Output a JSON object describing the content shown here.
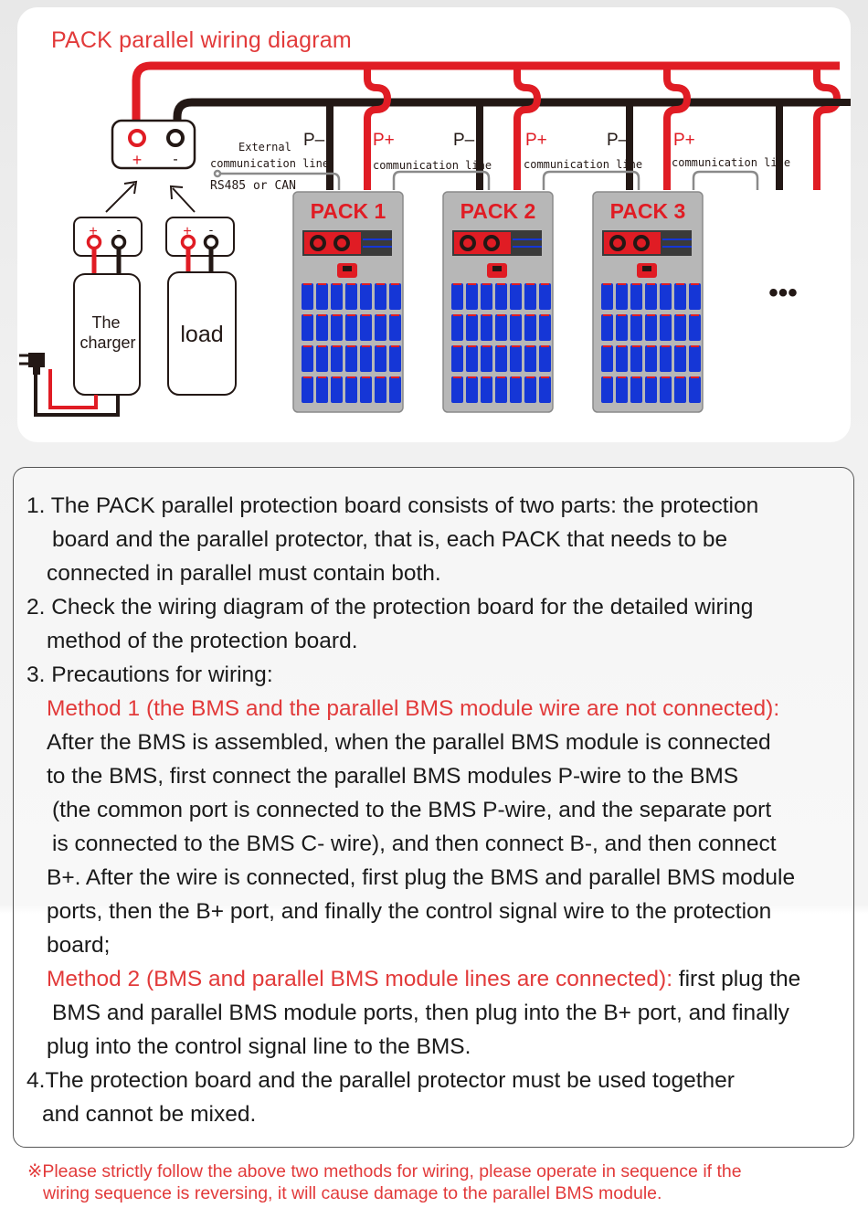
{
  "diagram": {
    "title": "PACK parallel wiring diagram",
    "main_terminal": {
      "plus": "+",
      "minus": "-"
    },
    "external_comm": {
      "line1": "External",
      "line2": "communication line",
      "line3": "RS485 or CAN"
    },
    "packs": [
      {
        "name": "PACK 1",
        "p_minus": "P–",
        "p_plus": "P+",
        "comm": "communication line"
      },
      {
        "name": "PACK 2",
        "p_minus": "P–",
        "p_plus": "P+",
        "comm": "communication line"
      },
      {
        "name": "PACK 3",
        "p_minus": "P–",
        "p_plus": "P+",
        "comm": "communication line"
      }
    ],
    "charger": {
      "label_line1": "The",
      "label_line2": "charger",
      "plus": "+",
      "minus": "-"
    },
    "load": {
      "label": "load",
      "plus": "+",
      "minus": "-"
    },
    "continuation": "•••",
    "colors": {
      "red_wire": "#e01c24",
      "black_wire": "#231815",
      "pack_body": "#b7b7b7",
      "cell_blue": "#1536d6",
      "bms_red": "#e01c24",
      "title_red": "#e23a3a"
    }
  },
  "notes": {
    "l1": "1. The PACK parallel protection board consists of two parts: the protection",
    "l2": "board and the parallel protector, that is, each PACK that needs to be",
    "l3": "connected in parallel must contain both.",
    "l4": "2. Check the wiring diagram of the protection board for the detailed wiring",
    "l5": "method of the protection board.",
    "l6": "3. Precautions for wiring:",
    "l7": "Method 1 (the BMS and the parallel BMS module wire are not connected):",
    "l8": "After the BMS is assembled, when the parallel BMS module is connected",
    "l9": "to the BMS, first connect the parallel BMS modules P-wire to the BMS",
    "l10": "(the common port is connected to the BMS P-wire, and the separate port",
    "l11": "is connected to the BMS C- wire), and then connect B-, and then connect",
    "l12": "B+. After the wire is connected, first plug the BMS and parallel BMS module",
    "l13": "ports, then the B+ port, and finally the control signal wire to the protection",
    "l14": "board;",
    "l15_red": "Method 2 (BMS and parallel BMS module lines are connected):",
    "l15_black": " first plug the",
    "l16": "BMS and parallel BMS module ports, then plug into the B+ port, and finally",
    "l17": "plug into the control signal line to the BMS.",
    "l18": "4.The protection board and the parallel protector must be used together",
    "l19": "and cannot be mixed."
  },
  "warning": {
    "line1": "※Please strictly follow the above two methods for wiring, please operate in sequence if the",
    "line2": "wiring sequence is reversing, it will cause damage to the parallel BMS module."
  }
}
